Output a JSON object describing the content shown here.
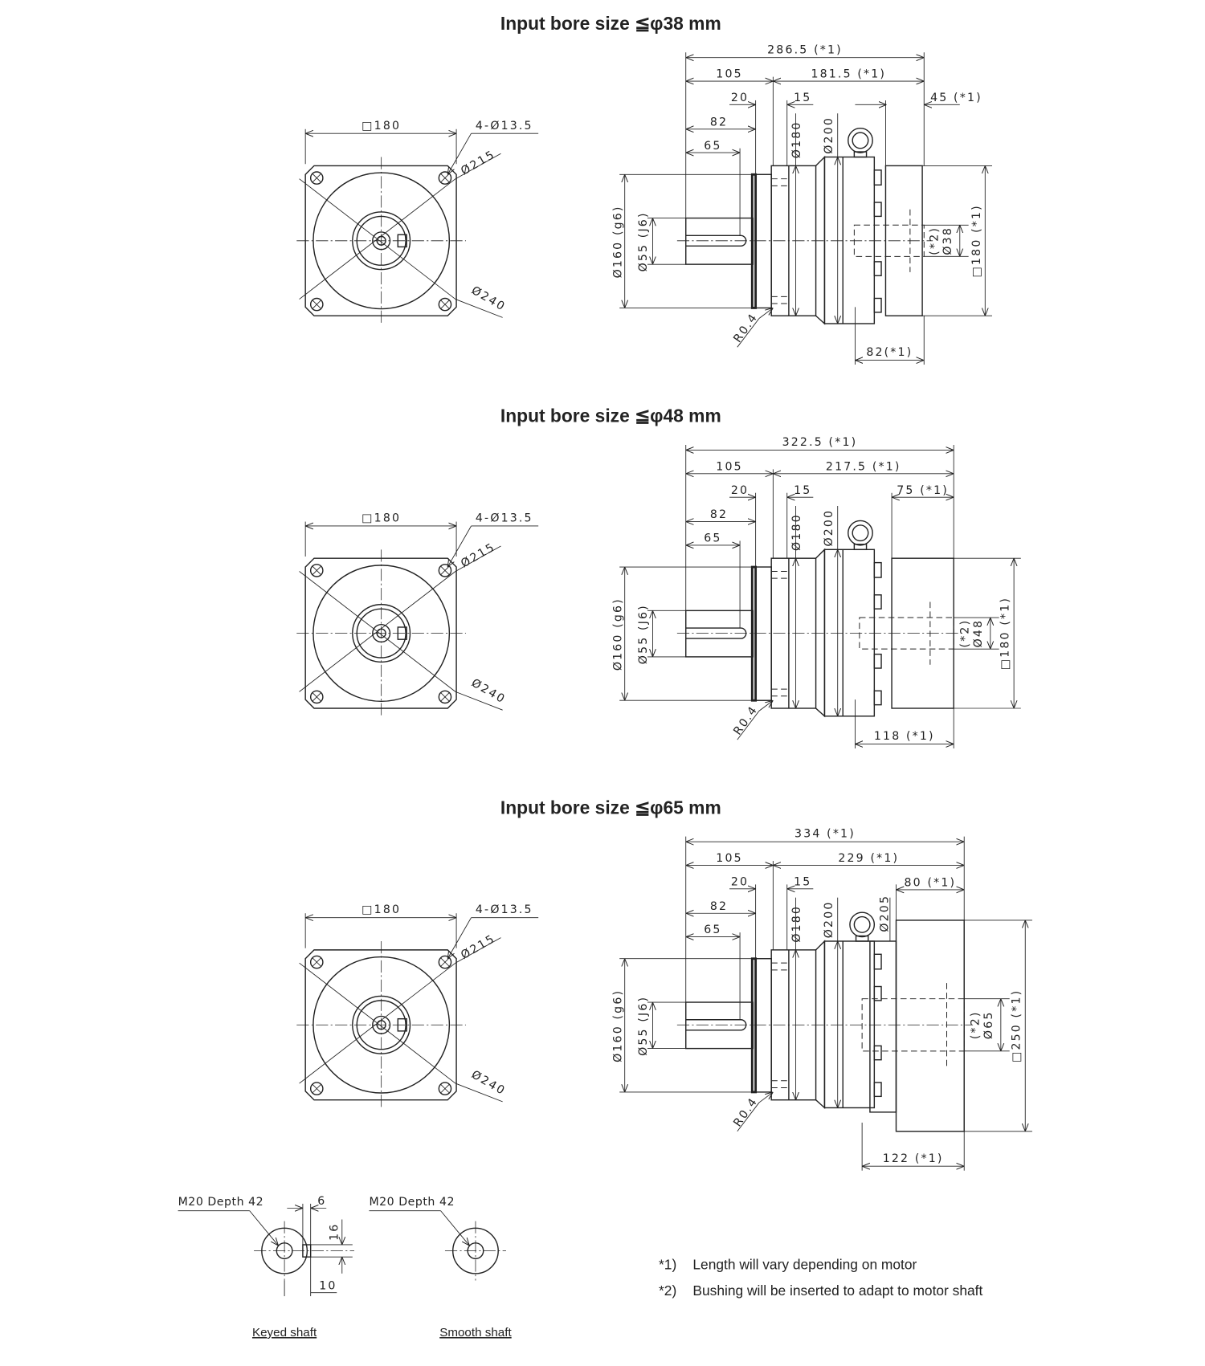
{
  "sections": [
    {
      "title": "Input bore size  ≦φ38 mm",
      "front": {
        "square": "□180",
        "holes": "4-Ø13.5",
        "pcd": "Ø215",
        "outer": "Ø240"
      },
      "side": {
        "total": "286.5 (*1)",
        "front_len": "105",
        "rear_len": "181.5 (*1)",
        "d20": "20",
        "d15": "15",
        "adapter": "45 (*1)",
        "d82": "82",
        "d65": "65",
        "pilot": "Ø160 (g6)",
        "shaft": "Ø55 (J6)",
        "d180": "Ø180",
        "d200": "Ø200",
        "radius": "R0.4",
        "bore_note": "(*2)",
        "bore": "Ø38",
        "motor_sq": "□180 (*1)",
        "bottom": "82(*1)"
      }
    },
    {
      "title": "Input bore size  ≦φ48 mm",
      "front": {
        "square": "□180",
        "holes": "4-Ø13.5",
        "pcd": "Ø215",
        "outer": "Ø240"
      },
      "side": {
        "total": "322.5 (*1)",
        "front_len": "105",
        "rear_len": "217.5 (*1)",
        "d20": "20",
        "d15": "15",
        "adapter": "75 (*1)",
        "d82": "82",
        "d65": "65",
        "pilot": "Ø160 (g6)",
        "shaft": "Ø55 (J6)",
        "d180": "Ø180",
        "d200": "Ø200",
        "radius": "R0.4",
        "bore_note": "(*2)",
        "bore": "Ø48",
        "motor_sq": "□180 (*1)",
        "bottom": "118 (*1)"
      }
    },
    {
      "title": "Input bore size  ≦φ65 mm",
      "front": {
        "square": "□180",
        "holes": "4-Ø13.5",
        "pcd": "Ø215",
        "outer": "Ø240"
      },
      "side": {
        "total": "334 (*1)",
        "front_len": "105",
        "rear_len": "229 (*1)",
        "d20": "20",
        "d15": "15",
        "adapter": "80 (*1)",
        "d82": "82",
        "d65": "65",
        "pilot": "Ø160 (g6)",
        "shaft": "Ø55 (J6)",
        "d180": "Ø180",
        "d200": "Ø200",
        "d205": "Ø205",
        "radius": "R0.4",
        "bore_note": "(*2)",
        "bore": "Ø65",
        "motor_sq": "□250 (*1)",
        "bottom": "122 (*1)"
      }
    }
  ],
  "shafts": {
    "keyed": {
      "label": "Keyed shaft",
      "tap": "M20 Depth 42",
      "key_w": "6",
      "key_h": "16",
      "key_depth": "10"
    },
    "smooth": {
      "label": "Smooth shaft",
      "tap": "M20 Depth 42"
    }
  },
  "notes": [
    {
      "mark": "*1)",
      "text": "Length will vary depending on motor"
    },
    {
      "mark": "*2)",
      "text": "Bushing will be inserted to adapt to motor shaft"
    }
  ]
}
